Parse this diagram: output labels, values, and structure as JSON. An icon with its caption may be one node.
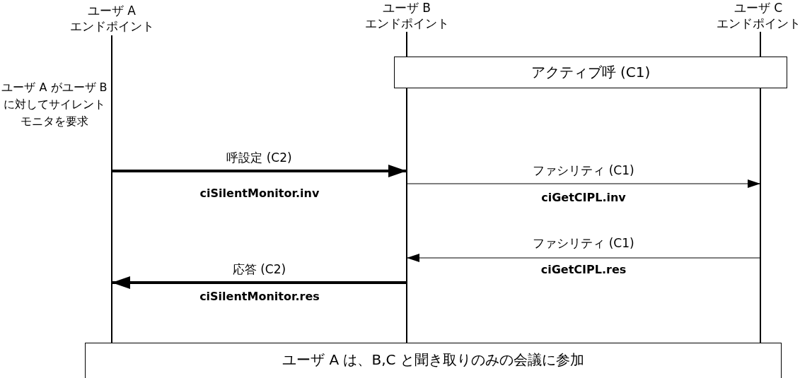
{
  "diagram": {
    "nodes": [
      {
        "text": [
          "ユーザ A",
          "エンドポイント"
        ]
      },
      {
        "text": [
          "ユーザ B",
          "エンドポイント"
        ]
      },
      {
        "text": [
          "ユーザ C",
          "エンドポイント"
        ]
      },
      {
        "text": [],
        "shape": "bar"
      },
      {
        "text": [],
        "shape": "bar"
      },
      {
        "text": [],
        "shape": "bar"
      },
      {
        "text": [
          "アクティブ呼 (C1)"
        ]
      },
      {
        "text": [
          "ユーザ A は、B,C と聞き取りのみの会議に参加"
        ]
      }
    ],
    "edges": [
      {
        "from": 3,
        "to": 4,
        "arrow": "to",
        "label": "呼設定 (C2)",
        "style": "thick"
      },
      {
        "from": 4,
        "to": 5,
        "arrow": "to",
        "label": "ファシリティ (C1)"
      },
      {
        "from": 5,
        "to": 4,
        "arrow": "to",
        "label": "ファシリティ (C1)"
      },
      {
        "from": 4,
        "to": 3,
        "arrow": "to",
        "label": "応答 (C2)",
        "style": "thick"
      }
    ],
    "labels": [
      "ユーザ A がユーザ B に対してサイレントモニタを要求",
      "ciSilentMonitor.inv",
      "ciGetCIPL.inv",
      "ciGetCIPL.res",
      "ciSilentMonitor.res"
    ]
  }
}
